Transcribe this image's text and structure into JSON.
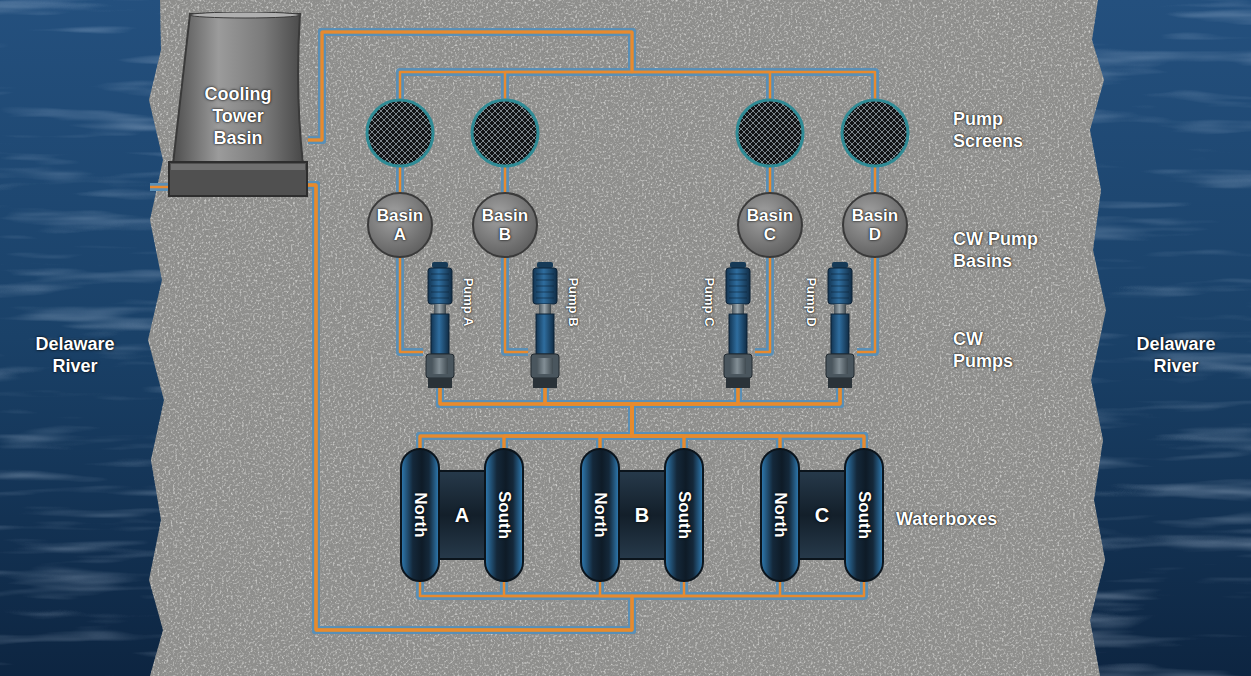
{
  "diagram": {
    "nodes": [
      {
        "text": [
          "Delaware River"
        ]
      },
      {
        "text": [
          "Cooling Tower Basin"
        ]
      },
      {
        "text": [
          "Basin A"
        ]
      },
      {
        "text": [
          "Basin B"
        ]
      },
      {
        "text": [
          "Basin C"
        ]
      },
      {
        "text": [
          "Basin D"
        ]
      },
      {
        "text": [
          "Pump A"
        ]
      },
      {
        "text": [
          "Pump B"
        ]
      },
      {
        "text": [
          "Pump C"
        ]
      },
      {
        "text": [
          "Pump D"
        ]
      },
      {
        "text": [
          "A"
        ]
      },
      {
        "text": [
          "North"
        ],
        "in": 10
      },
      {
        "text": [
          "South"
        ],
        "in": 10
      },
      {
        "text": [
          "B"
        ]
      },
      {
        "text": [
          "North"
        ],
        "in": 13
      },
      {
        "text": [
          "South"
        ],
        "in": 13
      },
      {
        "text": [
          "C"
        ]
      },
      {
        "text": [
          "North"
        ],
        "in": 16
      },
      {
        "text": [
          "South"
        ],
        "in": 16
      },
      {
        "text": [
          "Delaware River"
        ]
      }
    ],
    "edges": [
      {
        "from": 0,
        "to": 1,
        "arrow": "none"
      },
      {
        "from": 1,
        "to": 2,
        "arrow": "none"
      },
      {
        "from": 1,
        "to": 3,
        "arrow": "none"
      },
      {
        "from": 1,
        "to": 4,
        "arrow": "none"
      },
      {
        "from": 1,
        "to": 5,
        "arrow": "none"
      },
      {
        "from": 2,
        "to": 6,
        "arrow": "none"
      },
      {
        "from": 3,
        "to": 7,
        "arrow": "none"
      },
      {
        "from": 4,
        "to": 8,
        "arrow": "none"
      },
      {
        "from": 5,
        "to": 9,
        "arrow": "none"
      },
      {
        "from": 6,
        "to": 11,
        "arrow": "none"
      },
      {
        "from": 6,
        "to": 12,
        "arrow": "none"
      },
      {
        "from": 6,
        "to": 14,
        "arrow": "none"
      },
      {
        "from": 6,
        "to": 15,
        "arrow": "none"
      },
      {
        "from": 6,
        "to": 17,
        "arrow": "none"
      },
      {
        "from": 6,
        "to": 18,
        "arrow": "none"
      },
      {
        "from": 7,
        "to": 11,
        "arrow": "none"
      },
      {
        "from": 7,
        "to": 12,
        "arrow": "none"
      },
      {
        "from": 7,
        "to": 14,
        "arrow": "none"
      },
      {
        "from": 7,
        "to": 15,
        "arrow": "none"
      },
      {
        "from": 7,
        "to": 17,
        "arrow": "none"
      },
      {
        "from": 7,
        "to": 18,
        "arrow": "none"
      },
      {
        "from": 8,
        "to": 11,
        "arrow": "none"
      },
      {
        "from": 8,
        "to": 12,
        "arrow": "none"
      },
      {
        "from": 8,
        "to": 14,
        "arrow": "none"
      },
      {
        "from": 8,
        "to": 15,
        "arrow": "none"
      },
      {
        "from": 8,
        "to": 17,
        "arrow": "none"
      },
      {
        "from": 8,
        "to": 18,
        "arrow": "none"
      },
      {
        "from": 9,
        "to": 11,
        "arrow": "none"
      },
      {
        "from": 9,
        "to": 12,
        "arrow": "none"
      },
      {
        "from": 9,
        "to": 14,
        "arrow": "none"
      },
      {
        "from": 9,
        "to": 15,
        "arrow": "none"
      },
      {
        "from": 9,
        "to": 17,
        "arrow": "none"
      },
      {
        "from": 9,
        "to": 18,
        "arrow": "none"
      },
      {
        "from": 11,
        "to": 1,
        "arrow": "none"
      },
      {
        "from": 12,
        "to": 1,
        "arrow": "none"
      },
      {
        "from": 14,
        "to": 1,
        "arrow": "none"
      },
      {
        "from": 15,
        "to": 1,
        "arrow": "none"
      },
      {
        "from": 17,
        "to": 1,
        "arrow": "none"
      },
      {
        "from": 18,
        "to": 1,
        "arrow": "none"
      }
    ],
    "labels": [
      "Pump Screens",
      "CW Pump Basins",
      "CW Pumps",
      "Waterboxes"
    ]
  }
}
